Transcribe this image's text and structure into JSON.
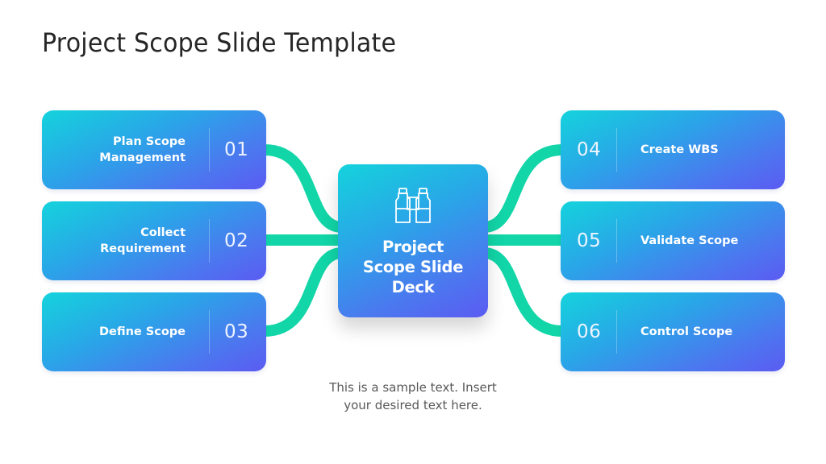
{
  "slide": {
    "title": "Project Scope Slide Template",
    "caption_line1": "This is a sample text. Insert",
    "caption_line2": "your desired text here."
  },
  "hub": {
    "icon": "binoculars-icon",
    "title_line1": "Project",
    "title_line2": "Scope Slide",
    "title_line3": "Deck"
  },
  "steps": [
    {
      "number": "01",
      "line1": "Plan Scope",
      "line2": "Management",
      "side": "left"
    },
    {
      "number": "02",
      "line1": "Collect",
      "line2": "Requirement",
      "side": "left"
    },
    {
      "number": "03",
      "line1": "Define Scope",
      "line2": "",
      "side": "left"
    },
    {
      "number": "04",
      "line1": "Create WBS",
      "line2": "",
      "side": "right"
    },
    {
      "number": "05",
      "line1": "Validate Scope",
      "line2": "",
      "side": "right"
    },
    {
      "number": "06",
      "line1": "Control Scope",
      "line2": "",
      "side": "right"
    }
  ],
  "colors": {
    "gradient_start": "#14d3dc",
    "gradient_mid": "#2aa5e8",
    "gradient_end": "#5b5bf2",
    "connector": "#12d6a8",
    "title_text": "#262626",
    "caption_text": "#595959"
  }
}
